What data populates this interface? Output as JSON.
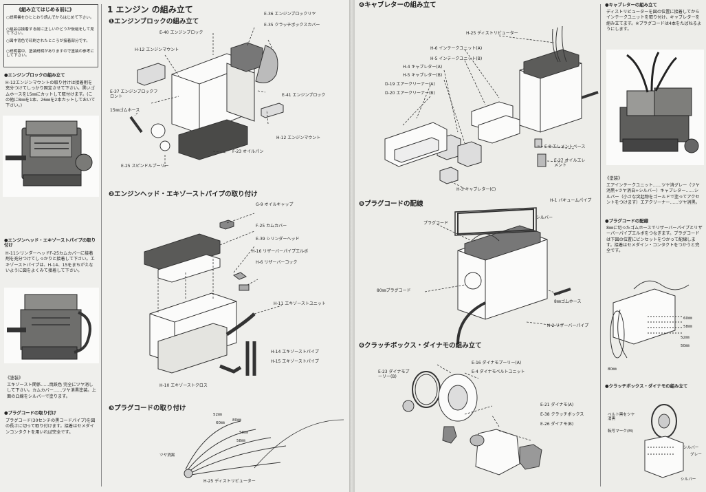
{
  "left_page": {
    "notice": {
      "title": "《組み立てはじめる前に》",
      "lines": [
        "○説明書をひととおり読んでからはじめて下さい。",
        "○組品は接着する前に正しいかどうか仮組をして見て下さい。",
        "○図中背色で印刷されたところが接着部分です。",
        "○説明書中、塗装説明がありますので塗装の参考にして下さい。"
      ]
    },
    "side_sections": [
      {
        "title": "●エンジンブロックの組み立て",
        "text": "H-12エンジンマウントの取り付けは接着剤を充分つけてしっかり固定させて下さい。黒いゴムホースを15㎜にカットして取付けます。(この他に8㎜を1本、26㎜を2本カットしておいて下さい。)"
      },
      {
        "title": "●エンジンヘッド・エキゾーストパイプの取り付け",
        "text": "H-11シリンダーヘッドF-25カムカバーに接着剤を充分つけてしっかりと接着して下さい。エキゾーストパイプは、H-14、15をまちがえないように図をよくみて接着して下さい。"
      },
      {
        "title": "《塗装》",
        "text": "エキゾースト関係……焼鉄色 完全にツヤ消しして下さい。カムカバー……ツヤ消黒塗装。上面の凸線をシルバーで塗ります。"
      },
      {
        "title": "●プラグコードの取り付け",
        "text": "プラグコード(30センチの黒コードパイプ)を図の長さに切って取り付けます。接着はセメダインコンタクトを用いれば完全です。"
      }
    ],
    "main_heading": "1 エンジン の組み立て",
    "sec1": {
      "title": "❶エンジンブロックの組み立て",
      "labels": [
        "E-36 エンジンブロックリヤ",
        "E-35 クラッチボックスカバー",
        "E-40 エンジンブロック",
        "H-12 エンジンマウント",
        "E-37 エンジンブロックフロント",
        "15㎜ゴムホース",
        "E-41 エンジンブロック",
        "H-12 エンジンマウント",
        "F-23 オイルパン",
        "E-25 スピンドルプーリー"
      ]
    },
    "sec2": {
      "title": "❷エンジンヘッド・エキゾーストパイプの取り付け",
      "labels": [
        "G-9 オイルキャップ",
        "F-25 カムカバー",
        "E-39 シリンダーヘッド",
        "H-16 リザーバーパイプエルボ",
        "H-6 リザーバーコック",
        "H-11 エキゾーストユニット",
        "H-14 エキゾーストパイプ",
        "H-15 エキゾーストパイプ",
        "H-10 エキゾーストクロス"
      ]
    },
    "sec3": {
      "title": "❸プラグコードの取り付け",
      "labels": [
        "52㎜",
        "60㎜",
        "80㎜",
        "50㎜",
        "58㎜",
        "ツヤ消黒",
        "H-25 ディストリビューター"
      ]
    }
  },
  "right_page": {
    "sec4": {
      "title": "❹キャブレターの組み立て",
      "labels": [
        "H-25 ディストリビューター",
        "H-6 インテークユニット(A)",
        "H-5 インテークユニット(B)",
        "H-4 キャブレター(A)",
        "H-5 キャブレター(B)",
        "D-19 エアークリーナー(A)",
        "D-20 エアークリーナー(B)",
        "E-8 エレメントベース",
        "E-27 オイルエレメント",
        "H-3 キャブレター(C)"
      ]
    },
    "sec5": {
      "title": "❺プラグコードの配線",
      "labels": [
        "H-1 バキュームパイプ",
        "シルバー",
        "プラグコード",
        "80㎜プラグコード",
        "8㎜ゴムホース",
        "H-2 リザーバーパイプ"
      ]
    },
    "sec6": {
      "title": "❻クラッチボックス・ダイナモの組み立て",
      "labels": [
        "E-23 ダイナモプーリー(B)",
        "E-16 ダイナモプーリー(A)",
        "E-4 ダイナモベルトユニット",
        "E-21 ダイナモ(A)",
        "E-38 クラッチボックス",
        "E-26 ダイナモ(B)"
      ]
    },
    "side_sections": [
      {
        "title": "●キャブレターの組み立て",
        "text": "ディストリビューターを図の位置に接着してからインテークユニットを取り付け、キャブレターを組み立てます。※プラグコードは4本をたばねるようにします。"
      },
      {
        "title": "《塗装》",
        "text": "エアインテークユニット……ツヤ消グレー（ツヤ消黒+ツヤ消白+シルバー）キャブレター……シルバー（小さな突起物をゴールドで塗ってアクセントをつけます）エアクリーナー……ツヤ消黒。"
      },
      {
        "title": "●プラグコードの配線",
        "text": "8㎜に切ったゴムホースでリザーバーパイプとリザーバーパイプエルボをつなぎます。プラグコードは下図の位置にピンセットをつかって配線します。接着はセメダイン・コンタクトをつかうと完全です。"
      },
      {
        "title": "●クラッチボックス・ダイナモの組み立て",
        "text": ""
      }
    ],
    "side_labels": [
      "60㎜",
      "58㎜",
      "52㎜",
      "50㎜",
      "80㎜",
      "ベルト黒をツヤ消黒",
      "転写マーク(M)",
      "シルバー",
      "グレー",
      "シルバー"
    ]
  },
  "colors": {
    "paper": "#efefec",
    "ink": "#222222",
    "line": "#555555"
  }
}
